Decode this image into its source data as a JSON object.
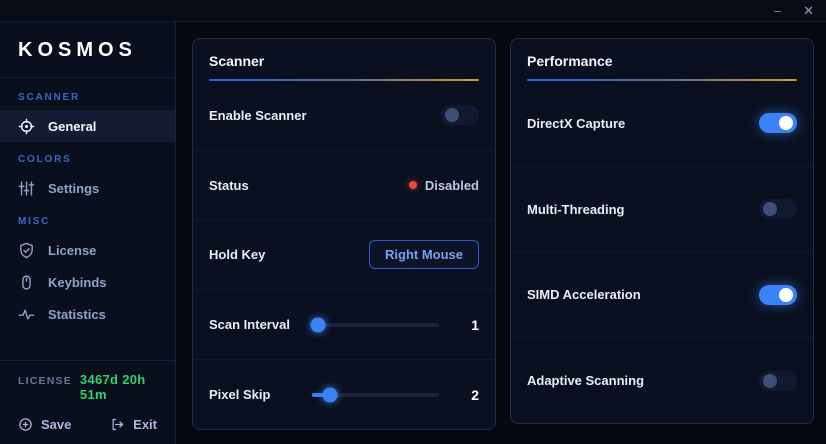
{
  "window": {
    "minimize": "–",
    "close": "✕"
  },
  "colors": {
    "accent": "#3b82f6",
    "underline_gradient_start": "#2563eb",
    "underline_gradient_end": "#d49a2e",
    "status_disabled_dot": "#ef4444",
    "license_time_green": "#2fd26e"
  },
  "sidebar": {
    "brand": "KOSMOS",
    "sections": [
      {
        "header": "SCANNER",
        "items": [
          {
            "label": "General",
            "icon": "crosshair-icon",
            "active": true
          }
        ]
      },
      {
        "header": "COLORS",
        "items": [
          {
            "label": "Settings",
            "icon": "sliders-icon",
            "active": false
          }
        ]
      },
      {
        "header": "MISC",
        "items": [
          {
            "label": "License",
            "icon": "shield-check-icon",
            "active": false
          },
          {
            "label": "Keybinds",
            "icon": "mouse-icon",
            "active": false
          },
          {
            "label": "Statistics",
            "icon": "activity-icon",
            "active": false
          }
        ]
      }
    ],
    "footer": {
      "license_label": "LICENSE",
      "license_time": "3467d 20h 51m",
      "save_label": "Save",
      "save_icon": "circle-plus-icon",
      "exit_label": "Exit",
      "exit_icon": "logout-icon"
    }
  },
  "scanner_panel": {
    "title": "Scanner",
    "enable": {
      "label": "Enable Scanner",
      "enabled": false
    },
    "status": {
      "label": "Status",
      "value": "Disabled"
    },
    "hold_key": {
      "label": "Hold Key",
      "button": "Right Mouse"
    },
    "scan_interval": {
      "label": "Scan Interval",
      "value": "1",
      "position_pct": 5
    },
    "pixel_skip": {
      "label": "Pixel Skip",
      "value": "2",
      "position_pct": 14
    }
  },
  "performance_panel": {
    "title": "Performance",
    "directx": {
      "label": "DirectX Capture",
      "enabled": true
    },
    "multi_threading": {
      "label": "Multi-Threading",
      "enabled": false
    },
    "simd": {
      "label": "SIMD Acceleration",
      "enabled": true
    },
    "adaptive": {
      "label": "Adaptive Scanning",
      "enabled": false
    }
  }
}
